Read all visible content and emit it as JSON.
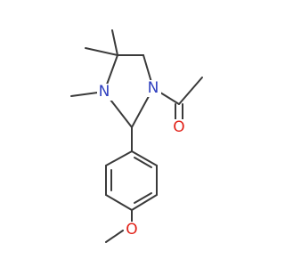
{
  "molecule": {
    "atoms": {
      "n_amide": {
        "symbol": "N",
        "color": "#2f3fbf"
      },
      "n_methyl": {
        "symbol": "N",
        "color": "#2f3fbf"
      },
      "o_carbonyl": {
        "symbol": "O",
        "color": "#e2231a"
      },
      "o_ether": {
        "symbol": "O",
        "color": "#e2231a"
      }
    },
    "bond_color": "#3a3a3a"
  }
}
